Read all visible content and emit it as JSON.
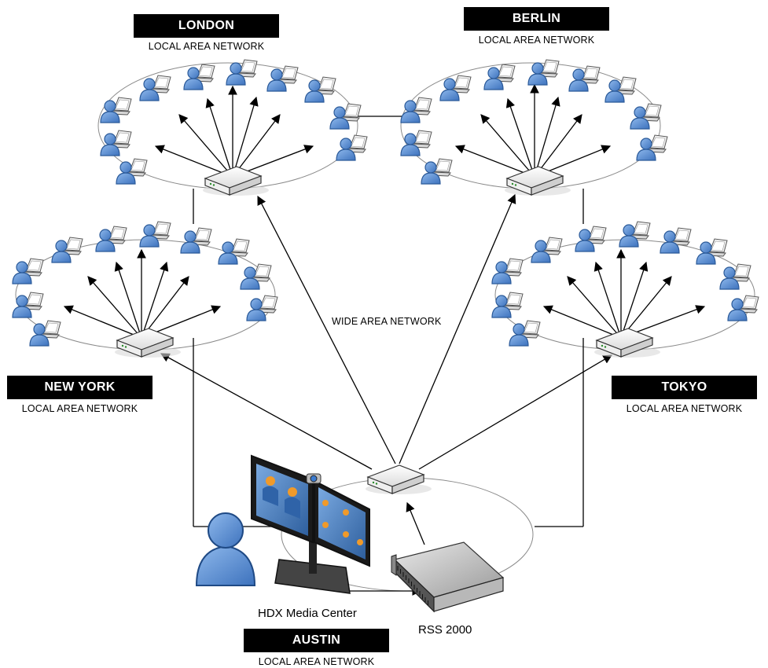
{
  "sites": {
    "london": {
      "name": "LONDON",
      "network": "LOCAL AREA NETWORK"
    },
    "berlin": {
      "name": "BERLIN",
      "network": "LOCAL AREA NETWORK"
    },
    "new_york": {
      "name": "NEW YORK",
      "network": "LOCAL AREA NETWORK"
    },
    "tokyo": {
      "name": "TOKYO",
      "network": "LOCAL AREA NETWORK"
    },
    "austin": {
      "name": "AUSTIN",
      "network": "LOCAL AREA NETWORK"
    }
  },
  "wan_label": "WIDE AREA NETWORK",
  "devices": {
    "media_center": "HDX Media Center",
    "rss": "RSS 2000"
  },
  "icons": {
    "user": "user-icon",
    "laptop": "laptop-icon",
    "router": "router-icon",
    "server": "rack-server-icon",
    "display": "dual-monitor-icon"
  },
  "colors": {
    "user_fill": "#5b8fd0",
    "user_stroke": "#2b5a99",
    "label_bg": "#000000",
    "label_fg": "#ffffff"
  }
}
